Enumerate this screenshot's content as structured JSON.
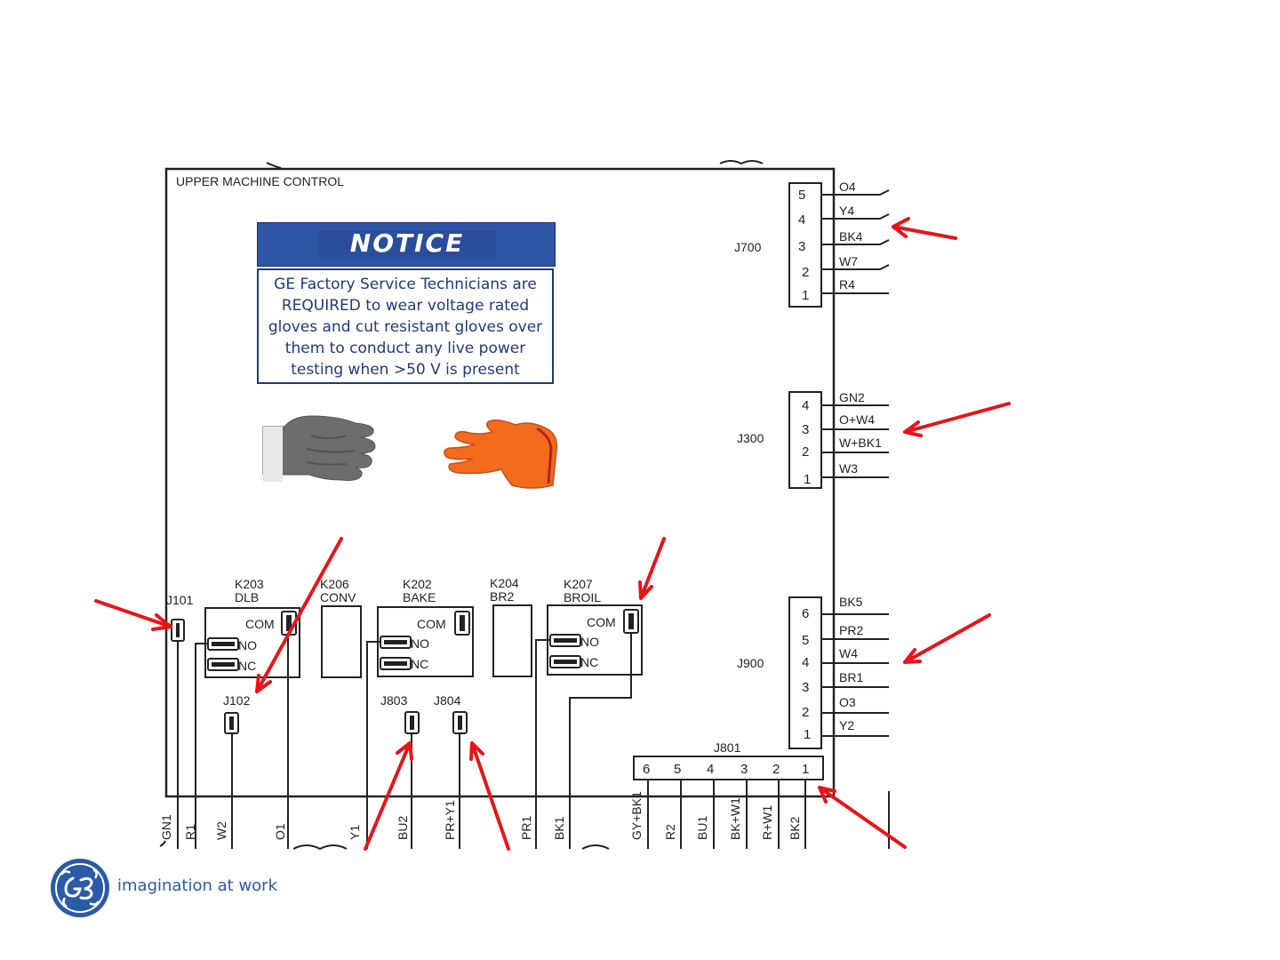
{
  "board": {
    "title": "UPPER MACHINE CONTROL"
  },
  "notice": {
    "heading": "NOTICE",
    "line1": "GE Factory Service Technicians are",
    "line2": "REQUIRED to wear voltage rated",
    "line3": "gloves and cut resistant gloves over",
    "line4": "them to conduct any live power",
    "line5": "testing when >50 V is present"
  },
  "connectors": {
    "j700": {
      "name": "J700",
      "pins": [
        "5",
        "4",
        "3",
        "2",
        "1"
      ],
      "wires": [
        "O4",
        "Y4",
        "BK4",
        "W7",
        "R4"
      ]
    },
    "j300": {
      "name": "J300",
      "pins": [
        "4",
        "3",
        "2",
        "1"
      ],
      "wires": [
        "GN2",
        "O+W4",
        "W+BK1",
        "W3"
      ]
    },
    "j900": {
      "name": "J900",
      "pins": [
        "6",
        "5",
        "4",
        "3",
        "2",
        "1"
      ],
      "wires": [
        "BK5",
        "PR2",
        "W4",
        "BR1",
        "O3",
        "Y2"
      ]
    },
    "j801": {
      "name": "J801",
      "pins": [
        "6",
        "5",
        "4",
        "3",
        "2",
        "1"
      ]
    },
    "j101": "J101",
    "j102": "J102",
    "j803": "J803",
    "j804": "J804"
  },
  "relays": {
    "k203": {
      "id": "K203",
      "name": "DLB"
    },
    "k206": {
      "id": "K206",
      "name": "CONV"
    },
    "k202": {
      "id": "K202",
      "name": "BAKE"
    },
    "k204": {
      "id": "K204",
      "name": "BR2"
    },
    "k207": {
      "id": "K207",
      "name": "BROIL"
    },
    "com": "COM",
    "no": "NO",
    "nc": "NC"
  },
  "bottom_wires": [
    "GN1",
    "R1",
    "W2",
    "O1",
    "Y1",
    "BU2",
    "PR+Y1",
    "PR1",
    "BK1",
    "GY+BK1",
    "R2",
    "BU1",
    "BK+W1",
    "R+W1",
    "BK2"
  ],
  "footer": {
    "tagline": "imagination at work"
  },
  "colors": {
    "arrow": "#e8141a",
    "notice_blue": "#2f56a6",
    "ge_blue": "#2b5aa7",
    "glove_orange": "#f26a1b"
  },
  "icons": [
    "ge-logo-icon",
    "cut-resistant-glove-icon",
    "voltage-glove-icon"
  ]
}
